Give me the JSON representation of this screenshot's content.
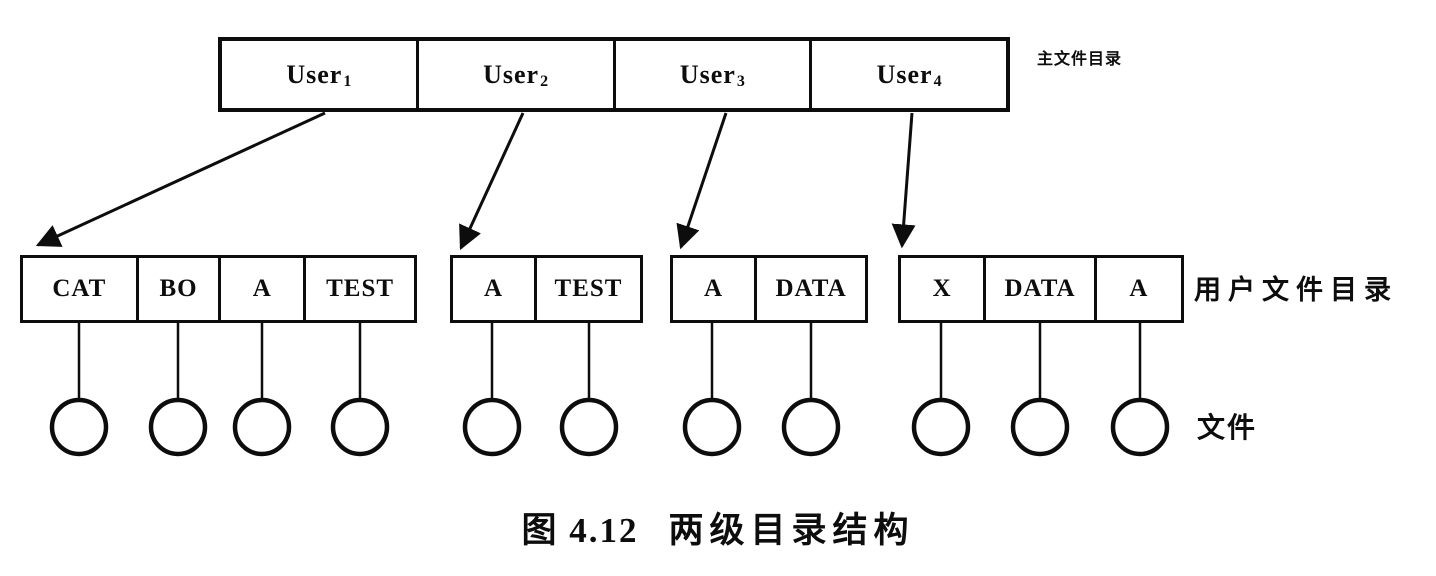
{
  "master_directory": {
    "label": "主文件目录",
    "cells": [
      {
        "base": "User",
        "sub": "1"
      },
      {
        "base": "User",
        "sub": "2"
      },
      {
        "base": "User",
        "sub": "3"
      },
      {
        "base": "User",
        "sub": "4"
      }
    ]
  },
  "user_directories": {
    "label": "用户文件目录",
    "groups": [
      {
        "cells": [
          "CAT",
          "BO",
          "A",
          "TEST"
        ]
      },
      {
        "cells": [
          "A",
          "TEST"
        ]
      },
      {
        "cells": [
          "A",
          "DATA"
        ]
      },
      {
        "cells": [
          "X",
          "DATA",
          "A"
        ]
      }
    ]
  },
  "files": {
    "label": "文件",
    "count": 11
  },
  "caption": {
    "figure_number": "图 4.12",
    "title": "两级目录结构"
  },
  "colors": {
    "ink": "#0d0d0d",
    "background": "#ffffff"
  }
}
